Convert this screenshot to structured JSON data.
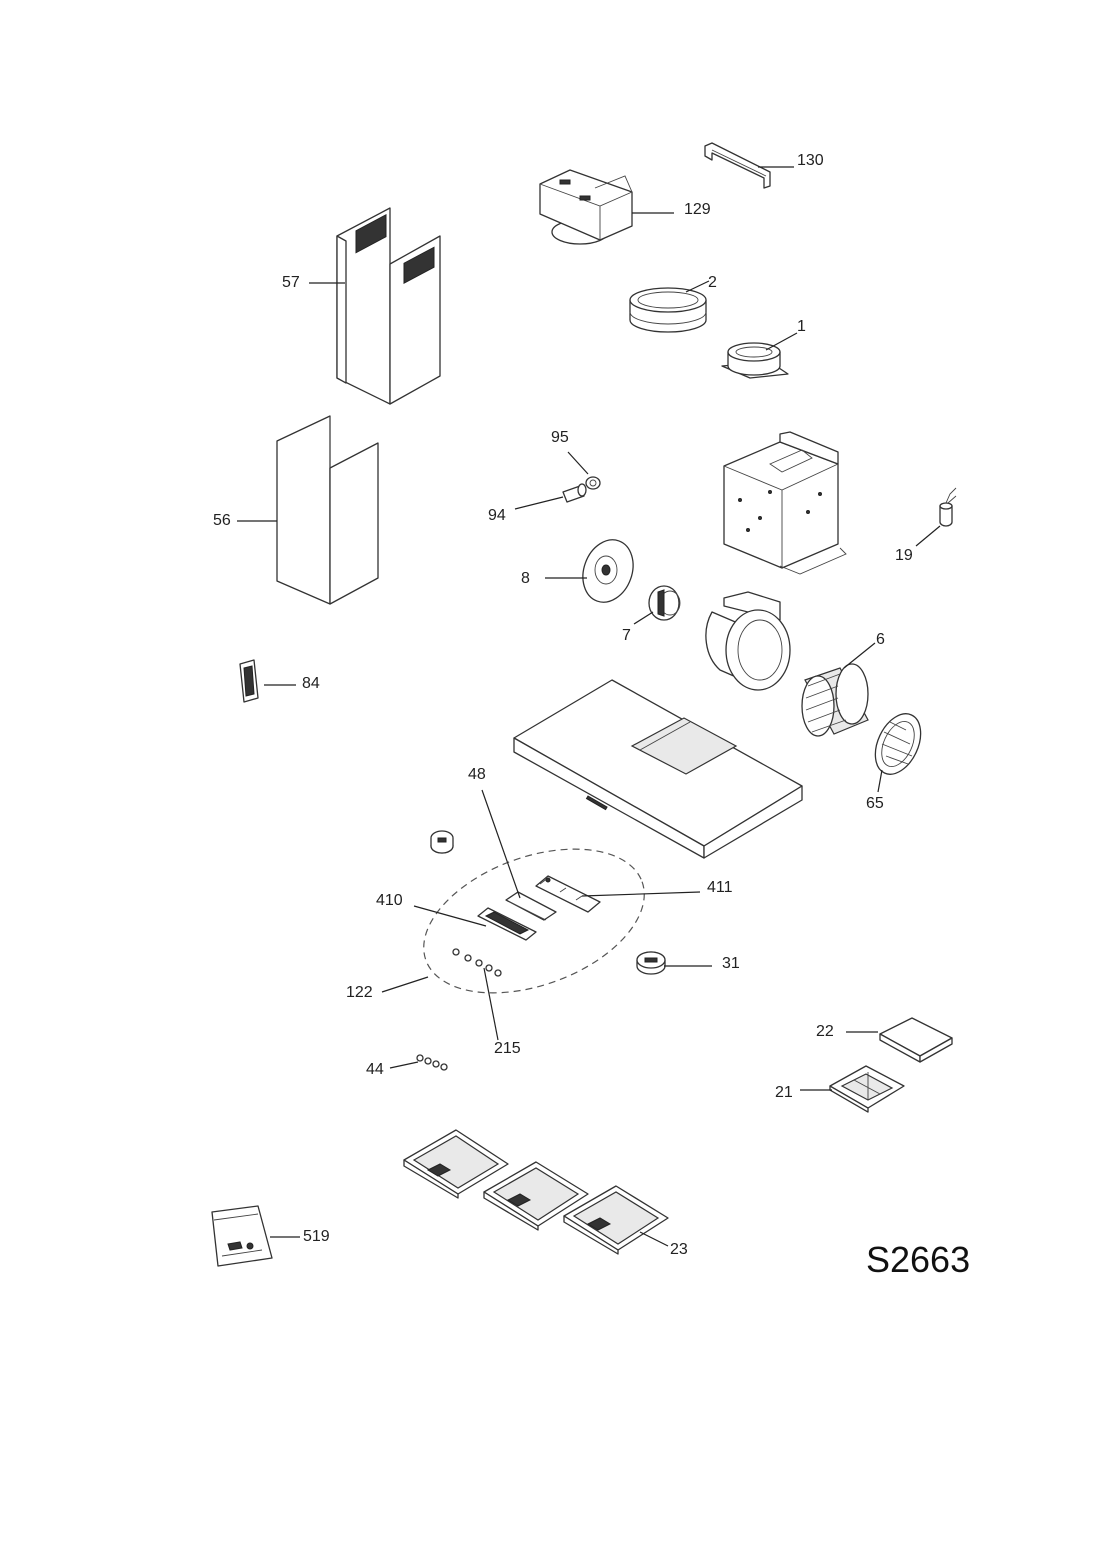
{
  "diagram": {
    "code": "S2663",
    "parts": [
      {
        "id": "130",
        "label": "130"
      },
      {
        "id": "129",
        "label": "129"
      },
      {
        "id": "57",
        "label": "57"
      },
      {
        "id": "2",
        "label": "2"
      },
      {
        "id": "1",
        "label": "1"
      },
      {
        "id": "95",
        "label": "95"
      },
      {
        "id": "94",
        "label": "94"
      },
      {
        "id": "56",
        "label": "56"
      },
      {
        "id": "19",
        "label": "19"
      },
      {
        "id": "8",
        "label": "8"
      },
      {
        "id": "7",
        "label": "7"
      },
      {
        "id": "6",
        "label": "6"
      },
      {
        "id": "84",
        "label": "84"
      },
      {
        "id": "65",
        "label": "65"
      },
      {
        "id": "48",
        "label": "48"
      },
      {
        "id": "411",
        "label": "411"
      },
      {
        "id": "410",
        "label": "410"
      },
      {
        "id": "31",
        "label": "31"
      },
      {
        "id": "122",
        "label": "122"
      },
      {
        "id": "215",
        "label": "215"
      },
      {
        "id": "22",
        "label": "22"
      },
      {
        "id": "44",
        "label": "44"
      },
      {
        "id": "21",
        "label": "21"
      },
      {
        "id": "519",
        "label": "519"
      },
      {
        "id": "23",
        "label": "23"
      }
    ]
  }
}
